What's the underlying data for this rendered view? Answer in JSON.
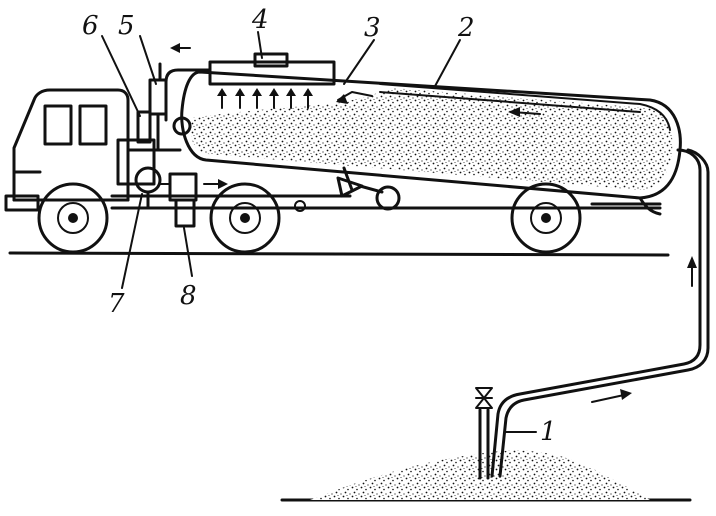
{
  "diagram": {
    "labels": [
      {
        "id": "1",
        "text": "1"
      },
      {
        "id": "2",
        "text": "2"
      },
      {
        "id": "3",
        "text": "3"
      },
      {
        "id": "4",
        "text": "4"
      },
      {
        "id": "5",
        "text": "5"
      },
      {
        "id": "6",
        "text": "6"
      },
      {
        "id": "7",
        "text": "7"
      },
      {
        "id": "8",
        "text": "8"
      }
    ]
  }
}
